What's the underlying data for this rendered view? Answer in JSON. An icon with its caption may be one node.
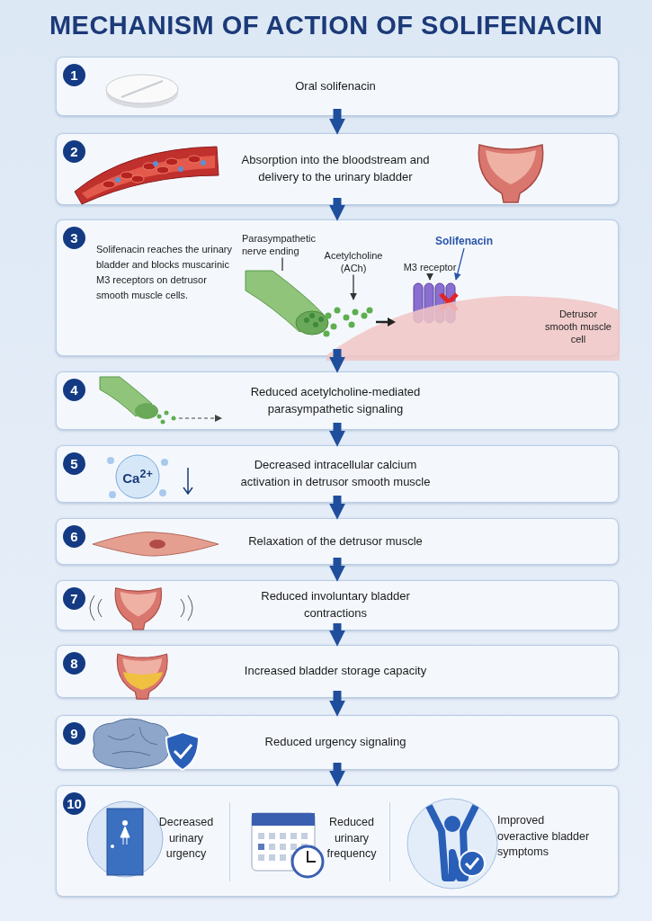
{
  "diagram": {
    "title": "MECHANISM OF ACTION OF SOLIFENACIN",
    "nodes": [
      {
        "text": [
          "1",
          "Oral solifenacin"
        ]
      },
      {
        "text": [
          "2",
          "Absorption into the bloodstream and delivery to the urinary bladder"
        ]
      },
      {
        "text": [
          "3",
          "Solifenacin reaches the urinary bladder and blocks muscarinic M3 receptors on detrusor smooth muscle cells."
        ]
      },
      {
        "text": [
          "4",
          "Reduced acetylcholine-mediated parasympathetic signaling"
        ]
      },
      {
        "text": [
          "5",
          "Decreased intracellular calcium activation in detrusor smooth muscle"
        ]
      },
      {
        "text": [
          "6",
          "Relaxation of the detrusor muscle"
        ]
      },
      {
        "text": [
          "7",
          "Reduced involuntary bladder contractions"
        ]
      },
      {
        "text": [
          "8",
          "Increased bladder storage capacity"
        ]
      },
      {
        "text": [
          "9",
          "Reduced urgency signaling"
        ]
      },
      {
        "text": [
          "10"
        ]
      },
      {
        "text": [],
        "shape": "picture",
        "in": 2
      },
      {
        "text": [],
        "shape": "picture",
        "in": 2
      },
      {
        "text": [
          "Parasympathetic nerve ending"
        ],
        "in": 2
      },
      {
        "text": [
          "Acetylcholine (ACh)"
        ],
        "in": 2
      },
      {
        "text": [
          "M3 receptor"
        ],
        "in": 2
      },
      {
        "text": [
          "Solifenacin"
        ],
        "in": 2
      },
      {
        "text": [
          "Decreased urinary urgency"
        ],
        "in": 9
      },
      {
        "text": [
          "Reduced urinary frequency"
        ],
        "in": 9
      },
      {
        "text": [
          "Improved overactive bladder symptoms"
        ],
        "in": 9
      },
      {
        "text": [],
        "shape": "picture",
        "in": 2
      }
    ],
    "edges": [
      {
        "from": 0,
        "to": 1,
        "arrow": "to",
        "color": "#1f4e9c"
      },
      {
        "from": 1,
        "to": 2,
        "arrow": "to",
        "color": "#1f4e9c"
      },
      {
        "from": 2,
        "to": 3,
        "arrow": "to",
        "color": "#1f4e9c"
      },
      {
        "from": 3,
        "to": 4,
        "arrow": "to",
        "color": "#1f4e9c"
      },
      {
        "from": 4,
        "to": 5,
        "arrow": "to",
        "color": "#1f4e9c"
      },
      {
        "from": 5,
        "to": 6,
        "arrow": "to",
        "color": "#1f4e9c"
      },
      {
        "from": 6,
        "to": 7,
        "arrow": "to",
        "color": "#1f4e9c"
      },
      {
        "from": 7,
        "to": 8,
        "arrow": "to",
        "color": "#1f4e9c"
      },
      {
        "from": 8,
        "to": 9,
        "arrow": "to",
        "color": "#1f4e9c"
      },
      {
        "from": 12,
        "to": 10,
        "arrow": "none",
        "color": "#333333"
      },
      {
        "from": 13,
        "to": 19,
        "arrow": "to",
        "color": "#333333"
      },
      {
        "from": 14,
        "to": 11,
        "arrow": "to",
        "color": "#333333"
      },
      {
        "from": 15,
        "to": 11,
        "arrow": "to",
        "color": "#2a55a8"
      }
    ],
    "labels": [
      "Detrusor smooth muscle cell",
      "Ca$^{2+}$"
    ]
  }
}
